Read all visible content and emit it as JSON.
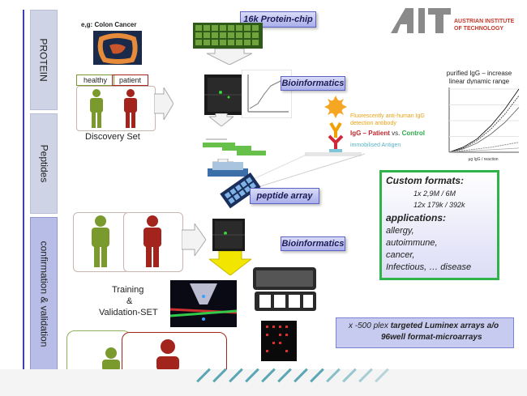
{
  "stages": [
    {
      "label": "PROTEIN"
    },
    {
      "label": "Peptides"
    },
    {
      "label": "confirmation & validation"
    }
  ],
  "logo": {
    "letters": "AIT",
    "line1": "AUSTRIAN INSTITUTE",
    "line2": "OF TECHNOLOGY"
  },
  "colon": {
    "caption": "e,g: Colon Cancer"
  },
  "chip": {
    "label": "16k Protein-chip"
  },
  "discovery": {
    "healthy": "healthy",
    "patient": "patient",
    "caption": "Discovery Set"
  },
  "bioinformatics_1": {
    "label": "Bioinformatics"
  },
  "bioinformatics_2": {
    "label": "Bioinformatics"
  },
  "antibody": {
    "line1": "Fluorescently anti-human IgG",
    "line2": "detection antibody",
    "igg_patient": "IgG – Patient",
    "vs": " vs. ",
    "control": "Control",
    "antigen": "immobilised Antigen"
  },
  "chart_data": {
    "type": "line",
    "title": "purified IgG – increase linear dynamic range",
    "xlabel": "µg IgG / reaction",
    "ylabel": "",
    "series": [
      {
        "name": "",
        "values": [
          0.0,
          0.3,
          0.8,
          1.6,
          2.6,
          3.8
        ]
      },
      {
        "name": "",
        "values": [
          0.0,
          0.25,
          0.7,
          1.4,
          2.3,
          3.4
        ]
      },
      {
        "name": "",
        "values": [
          0.0,
          0.2,
          0.55,
          1.1,
          1.8,
          2.7
        ]
      },
      {
        "name": "",
        "values": [
          0.0,
          0.1,
          0.2,
          0.3,
          0.45,
          0.6
        ]
      },
      {
        "name": "",
        "values": [
          0.0,
          0.05,
          0.1,
          0.15,
          0.2,
          0.25
        ]
      }
    ],
    "colors": [
      "#000000",
      "#333333",
      "#555555",
      "#777777",
      "#aaaaaa"
    ]
  },
  "peptide": {
    "label": "peptide array"
  },
  "custom": {
    "title": "Custom formats:",
    "f1": "1x 2,9M  / 6M",
    "f2": "12x 179k / 392k",
    "apps": "applications:",
    "a1": "allergy,",
    "a2": "autoimmune,",
    "a3": "cancer,",
    "a4": "Infectious, … disease"
  },
  "training": {
    "line1": "Training",
    "line2": "&",
    "line3": "Validation-SET"
  },
  "luminex": {
    "line1a": "x -500 plex ",
    "line1b": "targeted Luminex arrays a/o",
    "line2": "96well format-microarrays"
  },
  "colors": {
    "accent": "#5c62c4",
    "green": "#2fb34a",
    "yellow": "#f2e600",
    "healthy": "#7a9a2e",
    "patient": "#a3241c"
  }
}
